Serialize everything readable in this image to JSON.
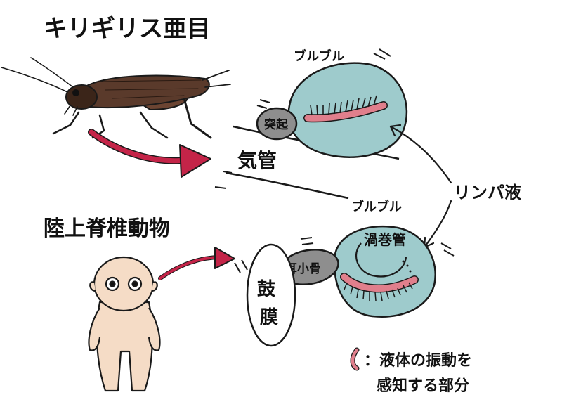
{
  "title": "キリギリス亜目",
  "vertebrate_title": "陸上脊椎動物",
  "labels": {
    "buruburu_top": "ブルブル",
    "buruburu_bottom": "ブルブル",
    "trachea": "気管",
    "protrusion": "突起",
    "lymph": "リンパ液",
    "cochlea": "渦巻管",
    "ossicle": "耳小骨",
    "eardrum_1": "鼓",
    "eardrum_2": "膜"
  },
  "legend": {
    "line1": "：液体の振動を",
    "line2": "感知する部分"
  },
  "colors": {
    "organ": "#9ecbcc",
    "gray": "#8e8e8e",
    "hair": "#e07f8c",
    "arrow": "#c42448",
    "cricket": "#5a3a2b",
    "skin": "#f5dcc6"
  }
}
